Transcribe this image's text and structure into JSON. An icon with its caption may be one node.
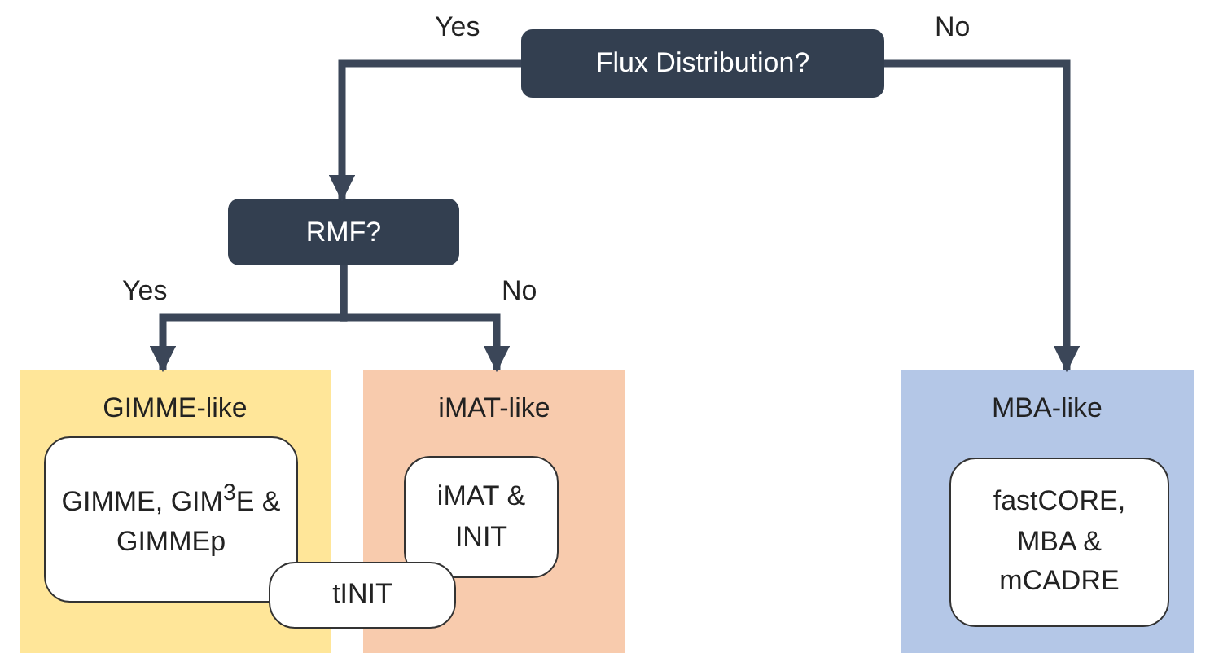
{
  "diagram": {
    "nodes": [
      {
        "text": [
          "Flux Distribution?"
        ]
      },
      {
        "text": [
          "RMF?"
        ]
      },
      {
        "text": [
          "GIMME-like"
        ]
      },
      {
        "text": [
          "GIMME, GIM$^{3}$E & GIMMEp"
        ],
        "in": 2
      },
      {
        "text": [
          "iMAT-like"
        ]
      },
      {
        "text": [
          "iMAT & INIT"
        ],
        "in": 4
      },
      {
        "text": [
          "tINIT"
        ]
      },
      {
        "text": [
          "MBA-like"
        ]
      },
      {
        "text": [
          "fastCORE, MBA & mCADRE"
        ],
        "in": 7
      }
    ],
    "edges": [
      {
        "from": 0,
        "to": 1,
        "arrow": "to",
        "label": "Yes"
      },
      {
        "from": 0,
        "to": 7,
        "arrow": "to",
        "label": "No"
      },
      {
        "from": 1,
        "to": 2,
        "arrow": "to",
        "label": "Yes"
      },
      {
        "from": 1,
        "to": 4,
        "arrow": "to",
        "label": "No"
      }
    ]
  }
}
